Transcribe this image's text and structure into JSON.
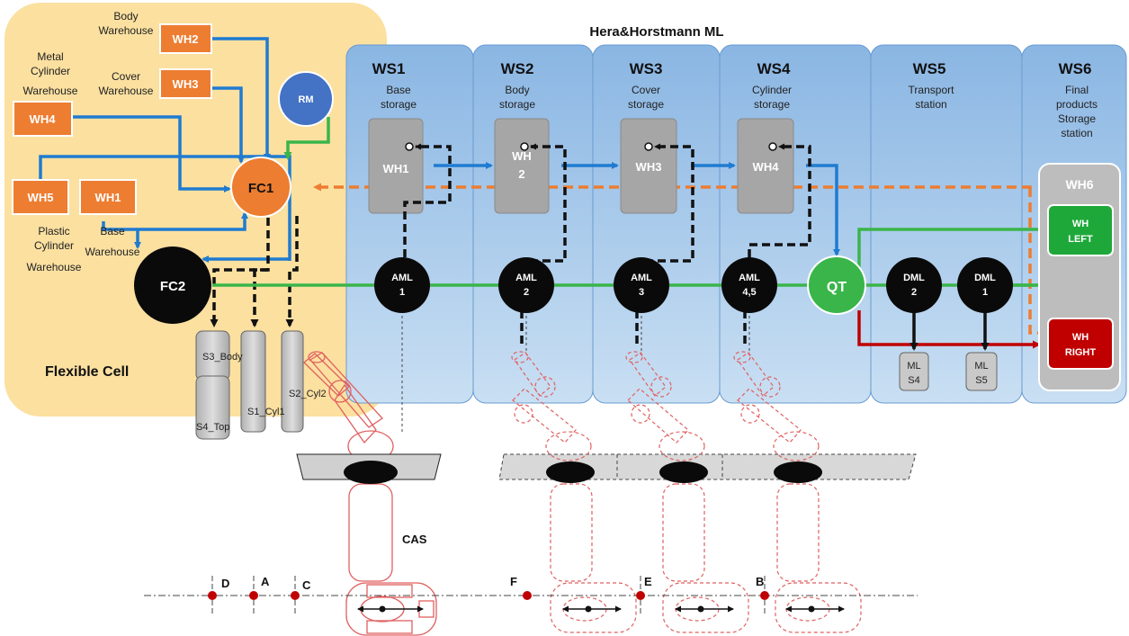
{
  "title": "Hera&Horstmann ML",
  "flexible_cell": {
    "label": "Flexible Cell",
    "warehouses": [
      {
        "code": "WH2",
        "caption": [
          "Body",
          "Warehouse"
        ]
      },
      {
        "code": "WH3",
        "caption": [
          "Cover",
          "Warehouse"
        ]
      },
      {
        "code": "WH4",
        "caption": [
          "Metal",
          "Cylinder",
          "Warehouse"
        ]
      },
      {
        "code": "WH5",
        "caption": [
          "Plastic",
          "Cylinder",
          "Warehouse"
        ]
      },
      {
        "code": "WH1",
        "caption": [
          "Base",
          "Warehouse"
        ]
      }
    ],
    "rm": "RM",
    "fc1": "FC1",
    "fc2": "FC2",
    "storages": [
      "S3_Body",
      "S4_Top",
      "S1_Cyl1",
      "S2_Cyl2"
    ]
  },
  "stations": [
    {
      "code": "WS1",
      "desc": [
        "Base",
        "storage"
      ],
      "wh": [
        "WH1"
      ],
      "aml": [
        "AML",
        "1"
      ]
    },
    {
      "code": "WS2",
      "desc": [
        "Body",
        "storage"
      ],
      "wh": [
        "WH",
        "2"
      ],
      "aml": [
        "AML",
        "2"
      ]
    },
    {
      "code": "WS3",
      "desc": [
        "Cover",
        "storage"
      ],
      "wh": [
        "WH3"
      ],
      "aml": [
        "AML",
        "3"
      ]
    },
    {
      "code": "WS4",
      "desc": [
        "Cylinder",
        "storage"
      ],
      "wh": [
        "WH4"
      ],
      "aml": [
        "AML",
        "4,5"
      ]
    },
    {
      "code": "WS5",
      "desc": [
        "Transport",
        "station"
      ]
    },
    {
      "code": "WS6",
      "desc": [
        "Final",
        "products",
        "Storage",
        "station"
      ]
    }
  ],
  "qt": "QT",
  "dml": [
    {
      "label": [
        "DML",
        "2"
      ],
      "ml": [
        "ML",
        "S4"
      ]
    },
    {
      "label": [
        "DML",
        "1"
      ],
      "ml": [
        "ML",
        "S5"
      ]
    }
  ],
  "ws6": {
    "title": "WH6",
    "left": [
      "WH",
      "LEFT"
    ],
    "right": [
      "WH",
      "RIGHT"
    ]
  },
  "cas": "CAS",
  "rail_points": [
    "D",
    "A",
    "C",
    "F",
    "E",
    "B"
  ],
  "colors": {
    "cell_bg": "#fbe0a0",
    "station_bg": "#9fc3e6",
    "warehouse_orange": "#ed7d31",
    "rm_blue": "#4472c4",
    "flow_blue": "#1f7bd1",
    "flow_green": "#3ab54a",
    "flow_red": "#c00000",
    "robot_red": "#e06060"
  }
}
